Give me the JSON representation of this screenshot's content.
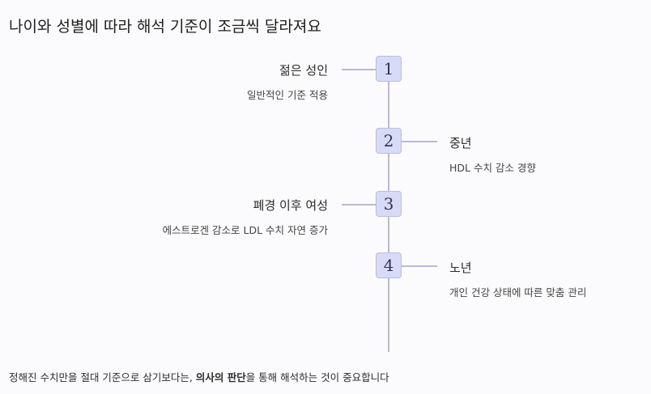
{
  "title": "나이와 성별에 따라 해석 기준이 조금씩 달라져요",
  "stages": [
    {
      "number": "1",
      "heading": "젊은 성인",
      "description": "일반적인 기준 적용"
    },
    {
      "number": "2",
      "heading": "중년",
      "description": "HDL 수치 감소 경향"
    },
    {
      "number": "3",
      "heading": "폐경 이후 여성",
      "description": "에스트로겐 감소로 LDL 수치 자연 증가"
    },
    {
      "number": "4",
      "heading": "노년",
      "description": "개인 건강 상태에 따른 맞춤 관리"
    }
  ],
  "footer": {
    "before": "정해진 수치만을 절대 기준으로 삼기보다는, ",
    "bold": "의사의 판단",
    "after": "을 통해 해석하는 것이 중요합니다"
  }
}
